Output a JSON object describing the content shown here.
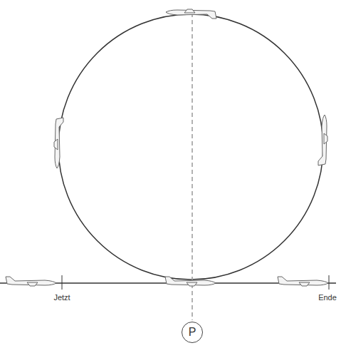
{
  "diagram": {
    "nodes": [
      {
        "text": [
          "P"
        ]
      }
    ],
    "labels": [
      "Jetzt",
      "Ende"
    ]
  }
}
